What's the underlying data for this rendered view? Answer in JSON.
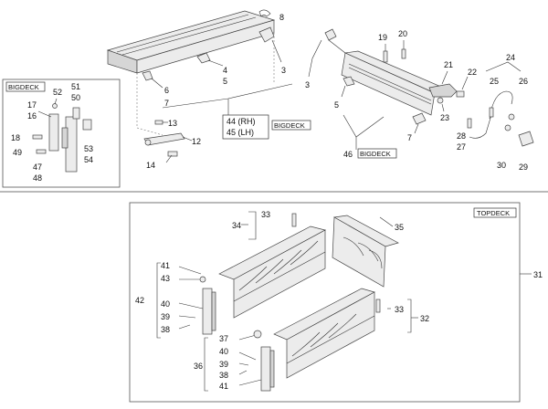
{
  "labels": {
    "l3a": "3",
    "l3b": "3",
    "l4": "4",
    "l5a": "5",
    "l5b": "5",
    "l6": "6",
    "l7a": "7",
    "l7b": "7",
    "l8": "8",
    "l12": "12",
    "l13": "13",
    "l14": "14",
    "l16": "16",
    "l17": "17",
    "l18": "18",
    "l19": "19",
    "l20": "20",
    "l21": "21",
    "l22": "22",
    "l23": "23",
    "l24": "24",
    "l25": "25",
    "l26": "26",
    "l27": "27",
    "l28": "28",
    "l29": "29",
    "l30": "30",
    "l31": "31",
    "l32": "32",
    "l33a": "33",
    "l33b": "33",
    "l34": "34",
    "l35": "35",
    "l36": "36",
    "l37": "37",
    "l38a": "38",
    "l38b": "38",
    "l39a": "39",
    "l39b": "39",
    "l40a": "40",
    "l40b": "40",
    "l41a": "41",
    "l41b": "41",
    "l42": "42",
    "l43": "43",
    "l44rh": "44 (RH)",
    "l45lh": "45 (LH)",
    "l46": "46",
    "l47": "47",
    "l48": "48",
    "l49": "49",
    "l50": "50",
    "l51": "51",
    "l52": "52",
    "l53": "53",
    "l54": "54"
  },
  "tags": {
    "bigdeck_inset": "BIGDECK",
    "bigdeck_44": "BIGDECK",
    "bigdeck_46": "BIGDECK",
    "topdeck": "TOPDECK"
  }
}
